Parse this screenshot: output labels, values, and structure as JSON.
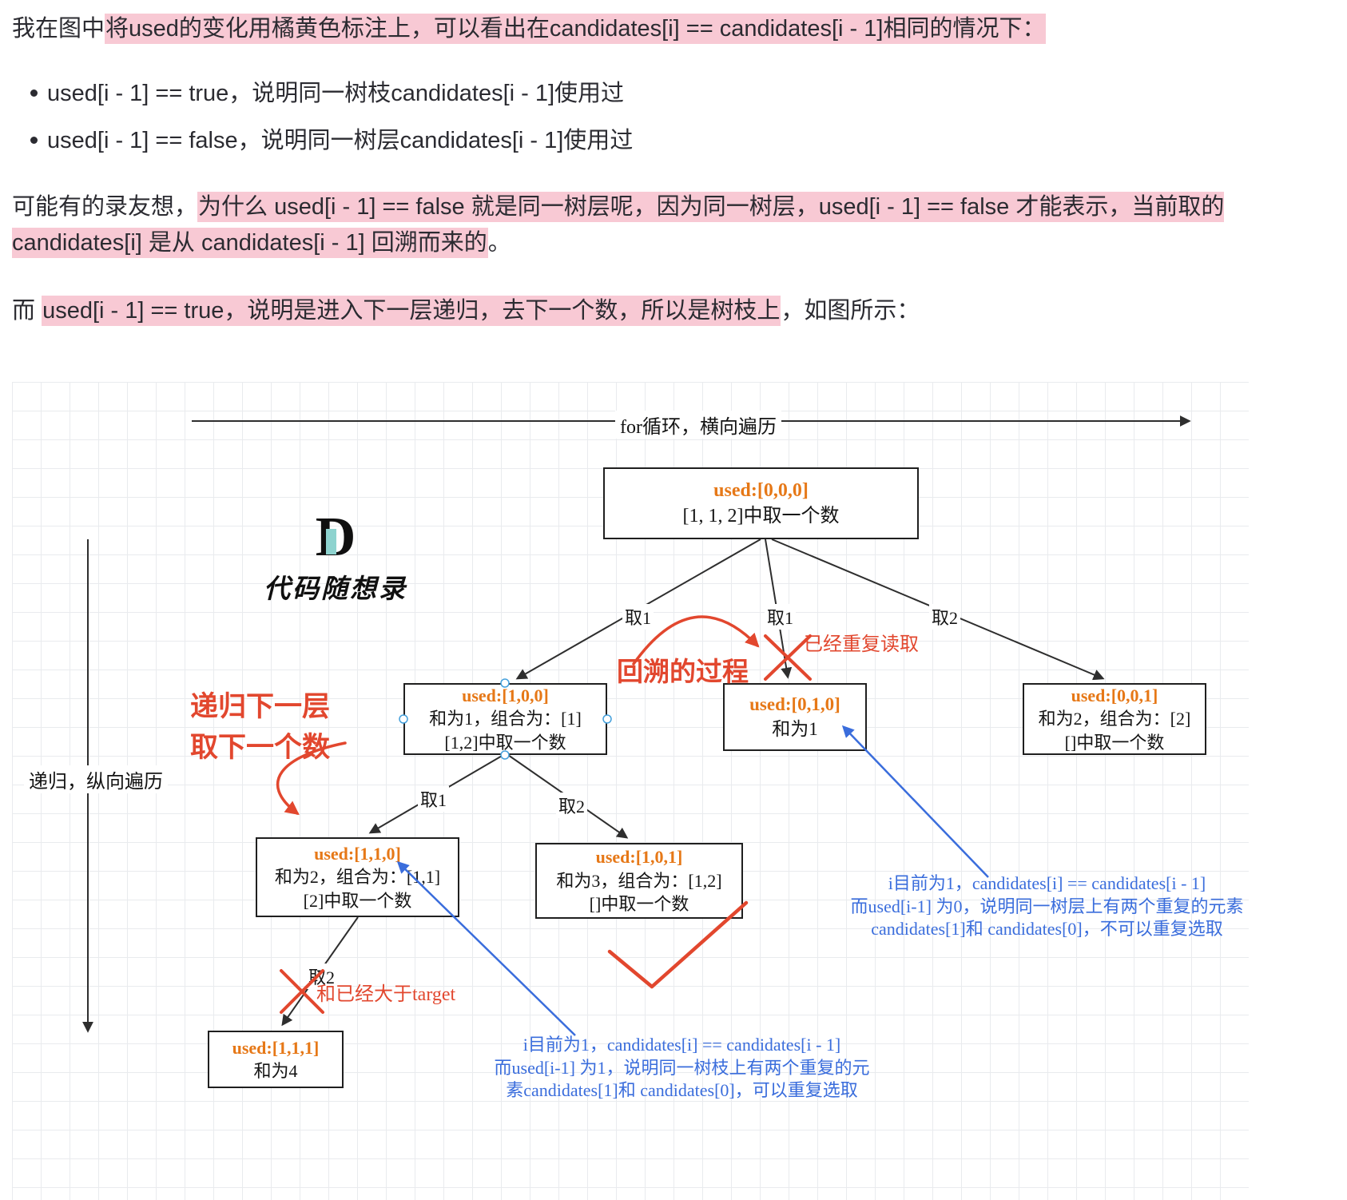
{
  "colors": {
    "highlight": "#f8c9d4",
    "orange": "#e67817",
    "red": "#e2472e",
    "blue": "#3a6ddc",
    "grid": "#e9ebee"
  },
  "intro": {
    "p1_pre": "我在图中",
    "p1_hl": "将used的变化用橘黄色标注上，可以看出在candidates[i] == candidates[i - 1]相同的情况下：",
    "bullets": [
      "used[i - 1] == true，说明同一树枝candidates[i - 1]使用过",
      "used[i - 1] == false，说明同一树层candidates[i - 1]使用过"
    ],
    "p2_pre": "可能有的录友想，",
    "p2_hl": "为什么 used[i - 1] == false 就是同一树层呢，因为同一树层，used[i - 1] == false 才能表示，当前取的 candidates[i] 是从 candidates[i - 1] 回溯而来的",
    "p2_post": "。",
    "p3_pre": "而 ",
    "p3_hl": "used[i - 1] == true，说明是进入下一层递归，去下一个数，所以是树枝上",
    "p3_post": "，如图所示："
  },
  "diagram": {
    "for_label": "for循环，横向遍历",
    "recursion_label": "递归，纵向遍历",
    "logo": {
      "letter": "D",
      "text": "代码随想录"
    },
    "edge_labels": {
      "root_left": "取1",
      "root_mid": "取1",
      "root_right": "取2",
      "left_ll": "取1",
      "left_lr": "取2",
      "ll_bottom": "取2"
    },
    "nodes": {
      "root": {
        "used": "used:[0,0,0]",
        "l2": "[1, 1, 2]中取一个数"
      },
      "left": {
        "used": "used:[1,0,0]",
        "l2": "和为1，组合为：[1]",
        "l3": "[1,2]中取一个数"
      },
      "mid": {
        "used": "used:[0,1,0]",
        "l2": "和为1"
      },
      "right": {
        "used": "used:[0,0,1]",
        "l2": "和为2，组合为：[2]",
        "l3": "[]中取一个数"
      },
      "ll": {
        "used": "used:[1,1,0]",
        "l2": "和为2，组合为：[1,1]",
        "l3": "[2]中取一个数"
      },
      "lr": {
        "used": "used:[1,0,1]",
        "l2": "和为3，组合为：[1,2]",
        "l3": "[]中取一个数"
      },
      "bottom": {
        "used": "used:[1,1,1]",
        "l2": "和为4"
      }
    },
    "red_notes": {
      "duplicate_read": "已经重复读取",
      "backtrack": "回溯的过程",
      "recurse_l1": "递归下一层",
      "recurse_l2": "取下一个数",
      "over_target": "和已经大于target"
    },
    "blue_notes": {
      "layer_l1": "i目前为1，candidates[i] == candidates[i - 1]",
      "layer_l2": "而used[i-1] 为0，说明同一树层上有两个重复的元素",
      "layer_l3": "candidates[1]和 candidates[0]，不可以重复选取",
      "branch_l1": "i目前为1，candidates[i] == candidates[i - 1]",
      "branch_l2": "而used[i-1] 为1，说明同一树枝上有两个重复的元",
      "branch_l3": "素candidates[1]和 candidates[0]，可以重复选取"
    }
  }
}
